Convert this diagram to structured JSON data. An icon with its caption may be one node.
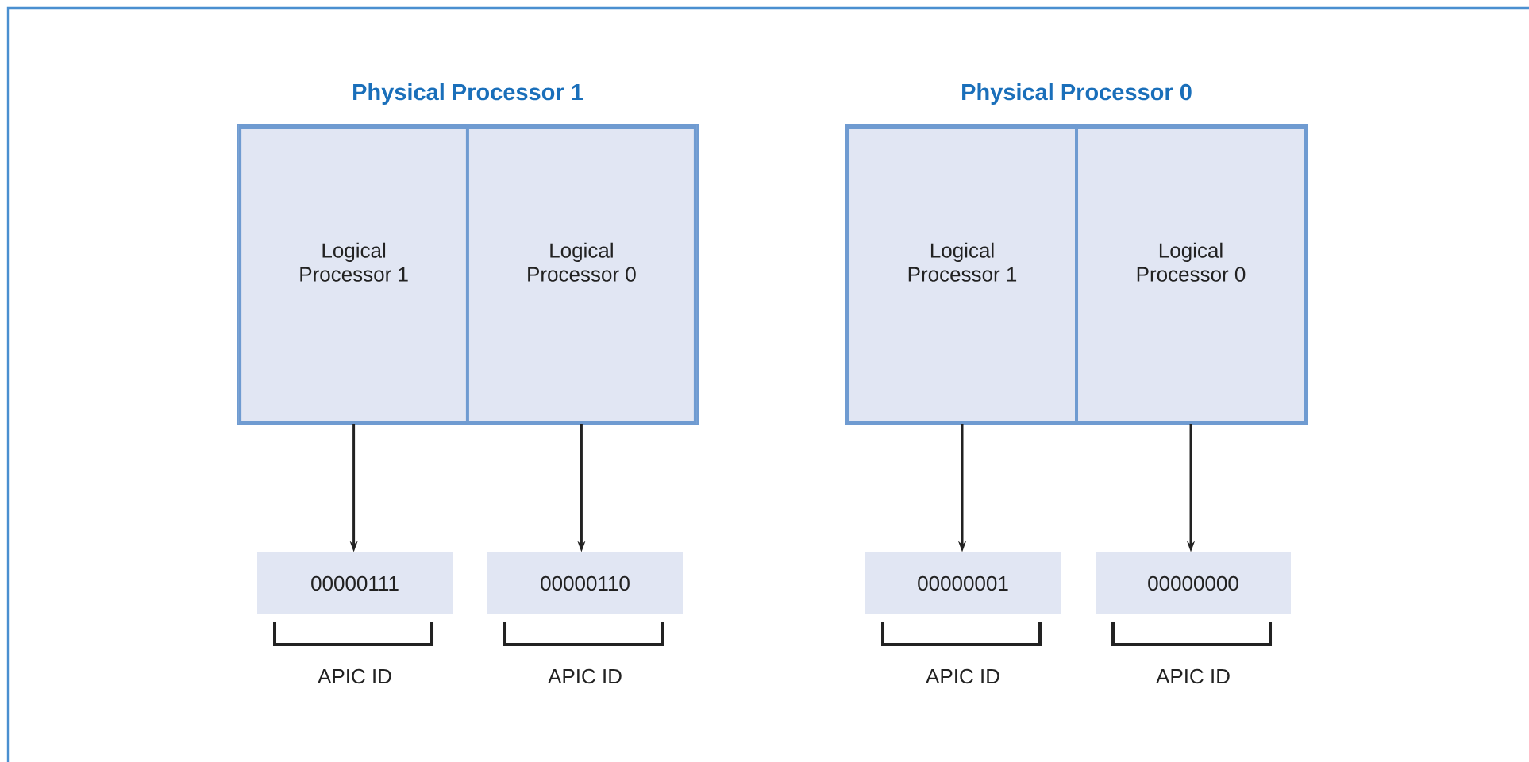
{
  "diagram": {
    "nodes": [
      {
        "text": [
          "Physical Processor 1"
        ]
      },
      {
        "text": [
          "Logical Processor 1"
        ],
        "in": 0
      },
      {
        "text": [
          "Logical Processor 0"
        ],
        "in": 0
      },
      {
        "text": [
          "Physical Processor 0"
        ]
      },
      {
        "text": [
          "Logical Processor 1"
        ],
        "in": 3
      },
      {
        "text": [
          "Logical Processor 0"
        ],
        "in": 3
      },
      {
        "text": [
          "00000111"
        ],
        "beside": [
          "APIC ID"
        ]
      },
      {
        "text": [
          "00000110"
        ],
        "beside": [
          "APIC ID"
        ]
      },
      {
        "text": [
          "00000001"
        ],
        "beside": [
          "APIC ID"
        ]
      },
      {
        "text": [
          "00000000"
        ],
        "beside": [
          "APIC ID"
        ]
      }
    ],
    "edges": [
      {
        "from": 1,
        "to": 6,
        "arrow": "to"
      },
      {
        "from": 2,
        "to": 7,
        "arrow": "to"
      },
      {
        "from": 4,
        "to": 8,
        "arrow": "to"
      },
      {
        "from": 5,
        "to": 9,
        "arrow": "to"
      }
    ]
  }
}
